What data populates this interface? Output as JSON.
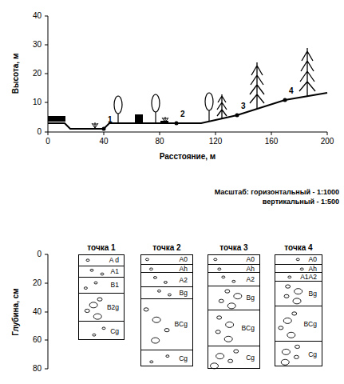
{
  "diagram": {
    "nodes": [
      {
        "text": [
          "точка 1"
        ]
      },
      {
        "text": [
          "A d"
        ],
        "in": 0
      },
      {
        "text": [
          "A1"
        ],
        "in": 0
      },
      {
        "text": [
          "B1"
        ],
        "in": 0
      },
      {
        "text": [
          "B2g"
        ],
        "in": 0
      },
      {
        "text": [
          "Cg"
        ],
        "in": 0
      },
      {
        "text": [
          "точка 2"
        ]
      },
      {
        "text": [
          "A0"
        ],
        "in": 6
      },
      {
        "text": [
          "Ah"
        ],
        "in": 6
      },
      {
        "text": [
          "A2"
        ],
        "in": 6
      },
      {
        "text": [
          "Bg"
        ],
        "in": 6
      },
      {
        "text": [
          "BCg"
        ],
        "in": 6
      },
      {
        "text": [
          "Cg"
        ],
        "in": 6
      },
      {
        "text": [
          "точка 3"
        ]
      },
      {
        "text": [
          "A0"
        ],
        "in": 13
      },
      {
        "text": [
          "Ah"
        ],
        "in": 13
      },
      {
        "text": [
          "A2"
        ],
        "in": 13
      },
      {
        "text": [
          "Bg"
        ],
        "in": 13
      },
      {
        "text": [
          "BCg"
        ],
        "in": 13
      },
      {
        "text": [
          "Cg"
        ],
        "in": 13
      },
      {
        "text": [
          "точка 4"
        ]
      },
      {
        "text": [
          "A0"
        ],
        "in": 20
      },
      {
        "text": [
          "Ah"
        ],
        "in": 20
      },
      {
        "text": [
          "A1A2"
        ],
        "in": 20
      },
      {
        "text": [
          "Bg"
        ],
        "in": 20
      },
      {
        "text": [
          "BCg"
        ],
        "in": 20
      },
      {
        "text": [
          "Cg"
        ],
        "in": 20
      }
    ],
    "labels": [
      "40",
      "30",
      "20",
      "10",
      "0",
      "0",
      "40",
      "80",
      "120",
      "160",
      "200",
      "Высота, м",
      "Расстояние, м",
      "1",
      "2",
      "3",
      "4",
      "Масштаб: горизонтальный - 1:1000",
      "вертикальный - 1:500",
      "0",
      "20",
      "40",
      "60",
      "80",
      "Глубина, см"
    ]
  }
}
